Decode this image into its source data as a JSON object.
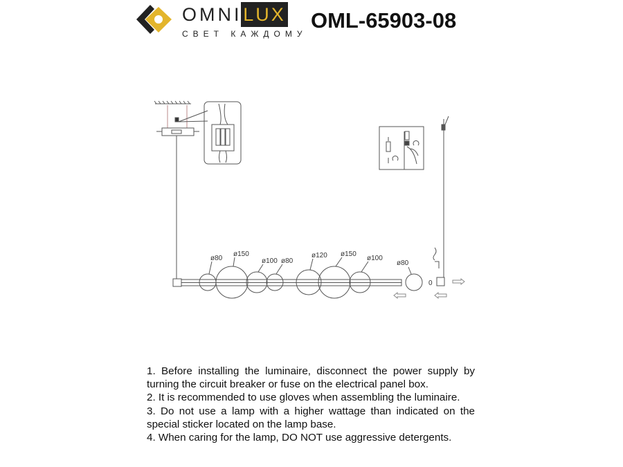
{
  "brand": {
    "name_part1": "OMNI",
    "name_part2": "LUX",
    "tagline": "СВЕТ КАЖДОМУ",
    "accent": "#e3b52c"
  },
  "model": "OML-65903-08",
  "diagram": {
    "dimensions": [
      "ø80",
      "ø150",
      "ø100",
      "ø80",
      "ø120",
      "ø150",
      "ø100"
    ],
    "loose_shade": "ø80",
    "spacer_label": "0"
  },
  "notes": [
    "1. Before installing the luminaire, disconnect the power supply by turning the circuit breaker or fuse on the electrical panel box.",
    "2. It is recommended to use gloves when assembling the luminaire.",
    "3. Do not use a lamp with a higher wattage than indicated on the special sticker located on the lamp base.",
    "4. When caring for the lamp, DO NOT use aggressive detergents."
  ]
}
